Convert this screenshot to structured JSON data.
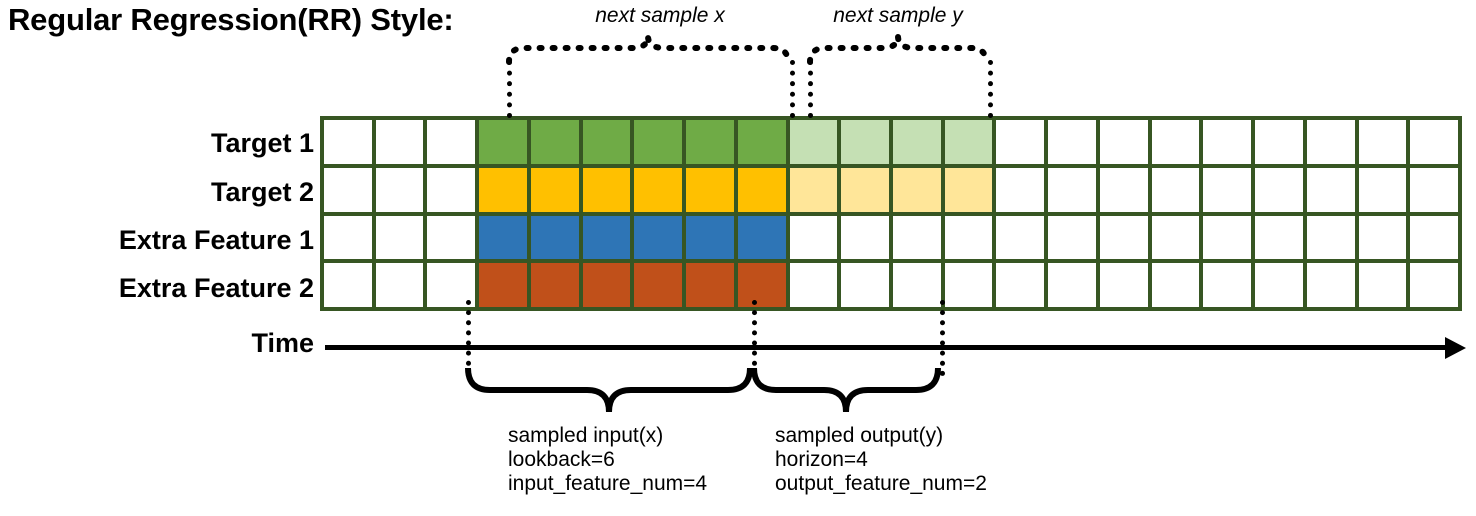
{
  "title": "Regular Regression(RR) Style:",
  "axis": {
    "time_label": "Time",
    "arrow_icon": "right-arrow-icon"
  },
  "rows": [
    {
      "label": "Target 1",
      "dark_color": "#6FAB46",
      "light_color": "#C5E0B4",
      "has_light": true
    },
    {
      "label": "Target 2",
      "dark_color": "#FFC000",
      "light_color": "#FFE699",
      "has_light": true
    },
    {
      "label": "Extra Feature 1",
      "dark_color": "#2E75B6",
      "light_color": "",
      "has_light": false
    },
    {
      "label": "Extra Feature 2",
      "dark_color": "#C0501A",
      "light_color": "",
      "has_light": false
    }
  ],
  "grid": {
    "columns": 22,
    "rows": 4,
    "border_color": "#375623",
    "empty_color": "#FFFFFF",
    "input_start_col": 4,
    "input_end_col": 9,
    "output_start_col": 10,
    "output_end_col": 13
  },
  "top_annotations": [
    {
      "text": "next sample x",
      "brace": "dotted-brace-up"
    },
    {
      "text": "next sample y",
      "brace": "dotted-brace-up"
    }
  ],
  "bottom_annotations": [
    {
      "name": "sampled-input",
      "lines": [
        "sampled input(x)",
        "lookback=6",
        "input_feature_num=4"
      ],
      "brace": "solid-brace-down"
    },
    {
      "name": "sampled-output",
      "lines": [
        "sampled output(y)",
        "horizon=4",
        "output_feature_num=2"
      ],
      "brace": "solid-brace-down"
    }
  ]
}
